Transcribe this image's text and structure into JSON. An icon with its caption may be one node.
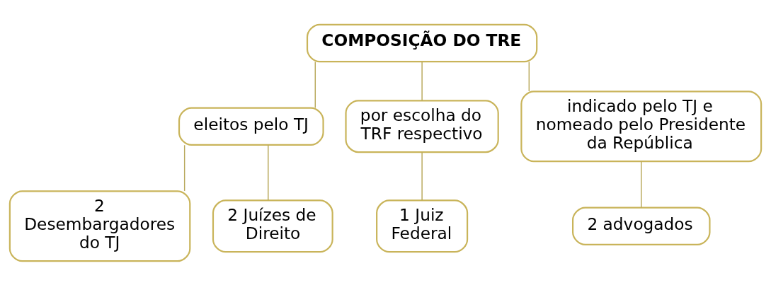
{
  "diagram": {
    "nodes": [
      {
        "text": [
          "COMPOSIÇÃO DO TRE"
        ]
      },
      {
        "text": [
          "eleitos pelo TJ"
        ]
      },
      {
        "text": [
          "por escolha do TRF respectivo"
        ]
      },
      {
        "text": [
          "indicado pelo TJ e nomeado pelo Presidente da República"
        ]
      },
      {
        "text": [
          "2 Desembargadores do TJ"
        ]
      },
      {
        "text": [
          "2 Juízes de Direito"
        ]
      },
      {
        "text": [
          "1 Juiz Federal"
        ]
      },
      {
        "text": [
          "2 advogados"
        ]
      }
    ],
    "edges": [
      {
        "from": 0,
        "to": 1,
        "arrow": "none"
      },
      {
        "from": 0,
        "to": 2,
        "arrow": "none"
      },
      {
        "from": 0,
        "to": 3,
        "arrow": "none"
      },
      {
        "from": 1,
        "to": 4,
        "arrow": "none"
      },
      {
        "from": 1,
        "to": 5,
        "arrow": "none"
      },
      {
        "from": 2,
        "to": 6,
        "arrow": "none"
      },
      {
        "from": 3,
        "to": 7,
        "arrow": "none"
      }
    ]
  }
}
